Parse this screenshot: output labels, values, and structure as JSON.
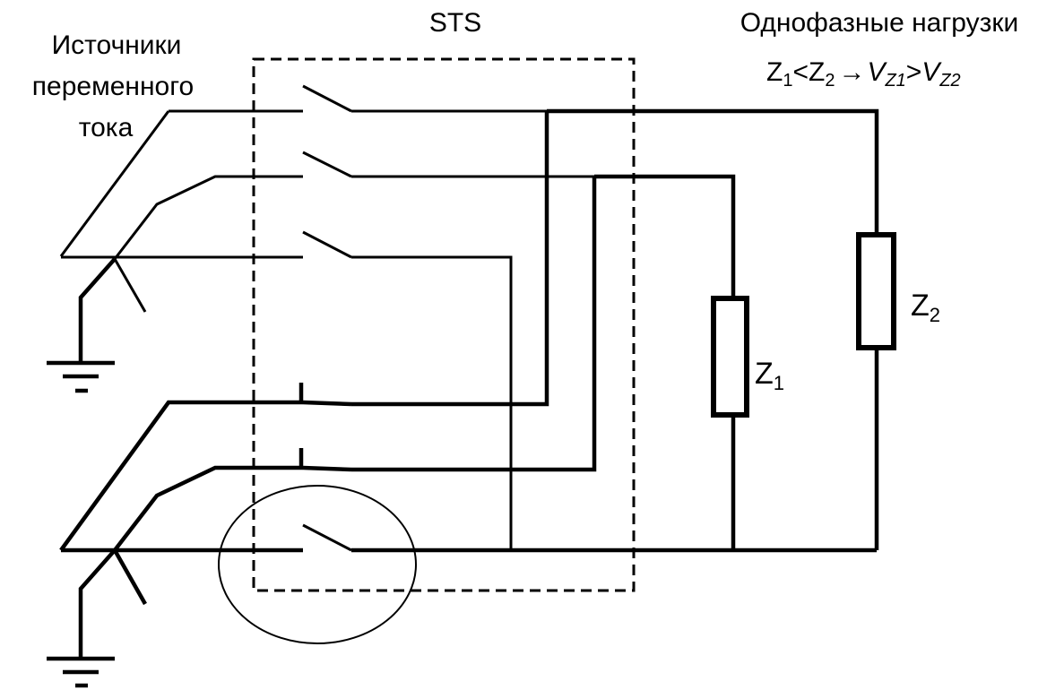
{
  "labels": {
    "sources_line1": "Источники",
    "sources_line2": "переменного",
    "sources_line3": "тока",
    "sts": "STS",
    "loads_title": "Однофазные нагрузки",
    "z1": "Z",
    "z1_sub": "1",
    "z2": "Z",
    "z2_sub": "2"
  },
  "formula": {
    "z": "Z",
    "sub1": "1",
    "lt": "<",
    "sub2": "2",
    "arrow": "→",
    "v": "V",
    "vsub1": "Z1",
    "gt": ">",
    "vsub2": "Z2"
  },
  "colors": {
    "stroke": "#000000",
    "background": "#ffffff"
  }
}
